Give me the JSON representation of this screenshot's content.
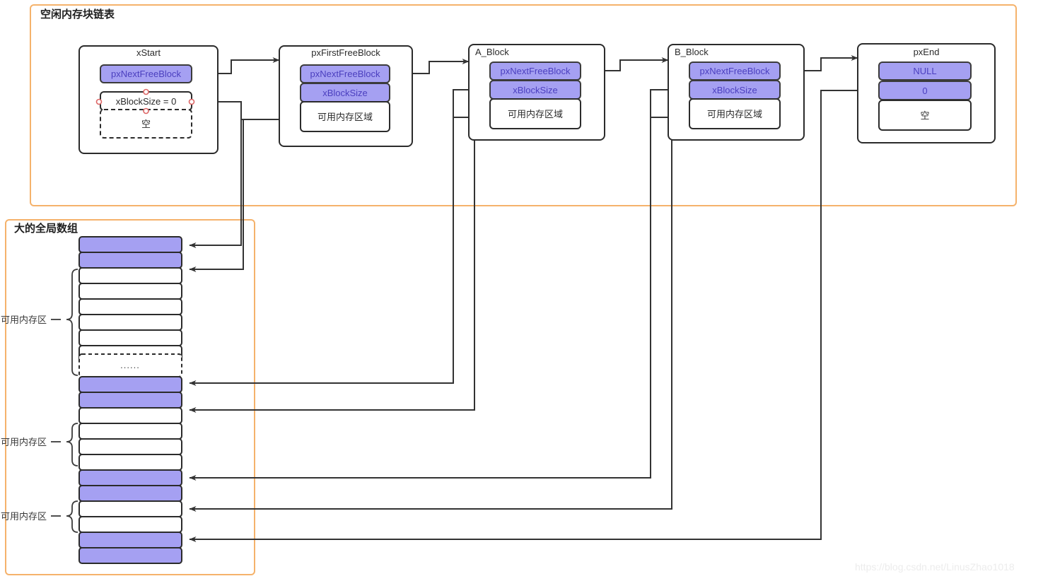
{
  "diagram": {
    "title_watermark": "https://blog.csdn.net/LinusZhao1018",
    "colors": {
      "frame_border": "#f5b26b",
      "node_fill": "#ffffff",
      "node_border": "#2b2b2b",
      "field_purple_fill": "#a5a0f2",
      "field_purple_border": "#3b3b3b",
      "field_purple_text": "#4b3fbf",
      "arrow": "#333333",
      "handle_red": "#d66"
    },
    "frames": [
      {
        "id": "freelist",
        "label": "空闲内存块链表"
      },
      {
        "id": "globalarray",
        "label": "大的全局数组"
      }
    ],
    "nodes": [
      {
        "id": "xStart",
        "title": "xStart",
        "selected": true,
        "fields": [
          {
            "text": "pxNextFreeBlock",
            "style": "purple"
          },
          {
            "text": "xBlockSize = 0",
            "style": "plain"
          },
          {
            "text": "空",
            "style": "dashed"
          }
        ]
      },
      {
        "id": "pxFirstFreeBlock",
        "title": "pxFirstFreeBlock",
        "selected": false,
        "fields": [
          {
            "text": "pxNextFreeBlock",
            "style": "purple"
          },
          {
            "text": "xBlockSize",
            "style": "purple"
          },
          {
            "text": "可用内存区域",
            "style": "plain"
          }
        ]
      },
      {
        "id": "A_Block",
        "title": "A_Block",
        "title_align": "left",
        "selected": false,
        "fields": [
          {
            "text": "pxNextFreeBlock",
            "style": "purple"
          },
          {
            "text": "xBlockSize",
            "style": "purple"
          },
          {
            "text": "可用内存区域",
            "style": "plain"
          }
        ]
      },
      {
        "id": "B_Block",
        "title": "B_Block",
        "title_align": "left",
        "selected": false,
        "fields": [
          {
            "text": "pxNextFreeBlock",
            "style": "purple"
          },
          {
            "text": "xBlockSize",
            "style": "purple"
          },
          {
            "text": "可用内存区域",
            "style": "plain"
          }
        ]
      },
      {
        "id": "pxEnd",
        "title": "pxEnd",
        "selected": false,
        "fields": [
          {
            "text": "NULL",
            "style": "purple"
          },
          {
            "text": "0",
            "style": "purple"
          },
          {
            "text": "空",
            "style": "plain"
          }
        ]
      }
    ],
    "array": {
      "ellipsis_label": "......",
      "brace_labels": [
        "可用内存区",
        "可用内存区",
        "可用内存区"
      ],
      "cells": [
        {
          "index": 0,
          "fill": "purple",
          "dashed": false
        },
        {
          "index": 1,
          "fill": "purple",
          "dashed": false
        },
        {
          "index": 2,
          "fill": "white",
          "dashed": false
        },
        {
          "index": 3,
          "fill": "white",
          "dashed": false
        },
        {
          "index": 4,
          "fill": "white",
          "dashed": false
        },
        {
          "index": 5,
          "fill": "white",
          "dashed": false
        },
        {
          "index": 6,
          "fill": "white",
          "dashed": false
        },
        {
          "index": 7,
          "fill": "white",
          "dashed": false
        },
        {
          "index": 8,
          "fill": "white",
          "dashed": true,
          "label": "......"
        },
        {
          "index": 9,
          "fill": "purple",
          "dashed": false
        },
        {
          "index": 10,
          "fill": "purple",
          "dashed": false
        },
        {
          "index": 11,
          "fill": "white",
          "dashed": false
        },
        {
          "index": 12,
          "fill": "white",
          "dashed": false
        },
        {
          "index": 13,
          "fill": "white",
          "dashed": false
        },
        {
          "index": 14,
          "fill": "white",
          "dashed": false
        },
        {
          "index": 15,
          "fill": "white",
          "dashed": false
        },
        {
          "index": 16,
          "fill": "purple",
          "dashed": false
        },
        {
          "index": 17,
          "fill": "purple",
          "dashed": false
        },
        {
          "index": 18,
          "fill": "white",
          "dashed": false
        },
        {
          "index": 19,
          "fill": "white",
          "dashed": false
        },
        {
          "index": 20,
          "fill": "purple",
          "dashed": false
        },
        {
          "index": 21,
          "fill": "purple",
          "dashed": false
        }
      ]
    },
    "links": [
      {
        "from": "xStart.pxNextFreeBlock",
        "to": "pxFirstFreeBlock"
      },
      {
        "from": "pxFirstFreeBlock.pxNextFreeBlock",
        "to": "A_Block"
      },
      {
        "from": "A_Block.pxNextFreeBlock",
        "to": "B_Block"
      },
      {
        "from": "B_Block.pxNextFreeBlock",
        "to": "pxEnd"
      },
      {
        "from": "xStart.xBlockSize",
        "to": "array.cell0"
      },
      {
        "from": "pxFirstFreeBlock.memory",
        "to": "array.cell2"
      },
      {
        "from": "A_Block.xBlockSize",
        "to": "array.cell9"
      },
      {
        "from": "A_Block.memory",
        "to": "array.cell11"
      },
      {
        "from": "B_Block.xBlockSize",
        "to": "array.cell16"
      },
      {
        "from": "B_Block.memory",
        "to": "array.cell18"
      },
      {
        "from": "pxEnd.zero",
        "to": "array.cell20"
      }
    ]
  }
}
